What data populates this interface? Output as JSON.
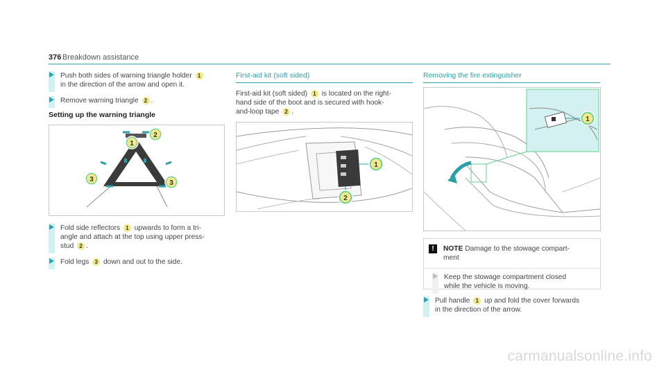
{
  "header": {
    "page_number": "376",
    "section_title": "Breakdown assistance"
  },
  "col1": {
    "step1_a": "Push both sides of warning triangle holder ",
    "step1_b": "in the direction of the arrow and open it.",
    "step2_a": "Remove warning triangle ",
    "step2_b": ".",
    "setting_heading": "Setting up the warning triangle",
    "step3_a": "Fold side reflectors ",
    "step3_b": " upwards to form a tri-",
    "step3_c": "angle and attach at the top using upper press-",
    "step3_d": "stud ",
    "step3_e": ".",
    "step4_a": "Fold legs ",
    "step4_b": " down and out to the side."
  },
  "col2": {
    "heading": "First-aid kit (soft sided)",
    "para_a": "First-aid kit (soft sided) ",
    "para_b": " is located on the right-",
    "para_c": "hand side of the boot and is secured with hook-",
    "para_d": "and-loop tape ",
    "para_e": "."
  },
  "col3": {
    "heading": "Removing the fire extinguisher",
    "note_title": "NOTE",
    "note_text_a": "Damage to the stowage compart-",
    "note_text_b": "ment",
    "note_icon": "!",
    "note_step_a": "Keep the stowage compartment closed",
    "note_step_b": "while the vehicle is moving.",
    "step_a": "Pull handle ",
    "step_b": " up and fold the cover forwards",
    "step_c": "in the direction of the arrow."
  },
  "badges": {
    "one": "1",
    "two": "2",
    "three": "3"
  },
  "footer": {
    "brand": "carmanualsonline.info"
  },
  "colors": {
    "accent": "#2a9fa7",
    "badge": "#f2e98d",
    "highlight": "#d4f1f1",
    "callout_green": "#5fd18a"
  }
}
